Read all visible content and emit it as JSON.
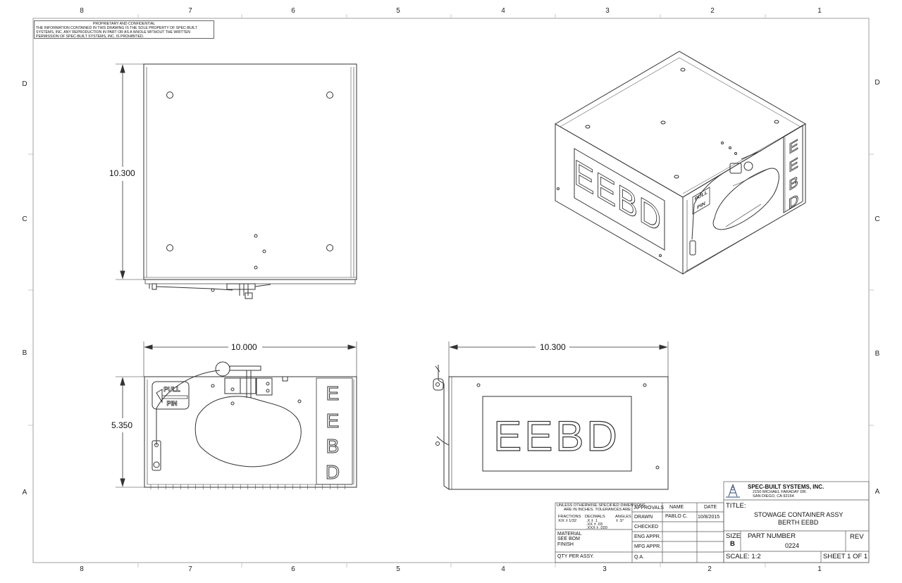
{
  "border": {
    "columns": [
      "8",
      "7",
      "6",
      "5",
      "4",
      "3",
      "2",
      "1"
    ],
    "rows": [
      "D",
      "C",
      "B",
      "A"
    ]
  },
  "notice": {
    "heading": "PROPRIETARY AND CONFIDENTIAL",
    "line1": "THE INFORMATION CONTAINED IN THIS DRAWING IS THE SOLE PROPERTY OF SPEC-BUILT",
    "line2": "SYSTEMS, INC.  ANY REPRODUCTION IN PART OR AS A WHOLE WITHOUT THE WRITTEN",
    "line3": "PERMISSION OF SPEC-BUILT SYSTEMS, INC. IS PROHIBITED."
  },
  "dimensions": {
    "top_view_height": "10.300",
    "front_width": "10.000",
    "front_height": "5.350",
    "side_width": "10.300"
  },
  "labels": {
    "eebd": "EEBD",
    "letters": [
      "E",
      "E",
      "B",
      "D"
    ],
    "pull": "PULL",
    "pin": "PIN"
  },
  "title_block": {
    "company": "SPEC-BUILT SYSTEMS, INC.",
    "address1": "2150 MICHAEL FARADAY DR.",
    "address2": "SAN DIEGO, CA 92154",
    "title_label": "TITLE:",
    "title1": "STOWAGE CONTAINER ASSY",
    "title2": "BERTH EEBD",
    "size_label": "SIZE",
    "size": "B",
    "part_number_label": "PART NUMBER",
    "part_number": "0224",
    "rev_label": "REV",
    "scale": "SCALE: 1:2",
    "sheet": "SHEET 1 OF 1",
    "tolerance_heading1": "UNLESS OTHERWISE SPECIFIED DIMENSIONS",
    "tolerance_heading2": "ARE IN INCHES.  TOLERANCES ARE:",
    "fractions_label": "FRACTIONS",
    "fractions_value": "X/X ± 1/32",
    "decimals_label": "DECIMALS",
    "decimals_x": ".X   ± .1",
    "decimals_xx": ".XX  ± .03",
    "decimals_xxx": ".XXX ± .020",
    "angles_label": "ANGLES",
    "angles_value": "± .5°",
    "material_label": "MATERIAL",
    "material_value": "SEE BOM",
    "finish_label": "FINISH",
    "qty_label": "QTY PER ASSY.",
    "approvals": "APPROVALS",
    "name": "NAME",
    "date": "DATE",
    "drawn": "DRAWN",
    "drawn_name": "PABLO C.",
    "drawn_date": "10/8/2015",
    "checked": "CHECKED",
    "eng_appr": "ENG APPR.",
    "mfg_appr": "MFG APPR.",
    "qa": "Q.A."
  }
}
